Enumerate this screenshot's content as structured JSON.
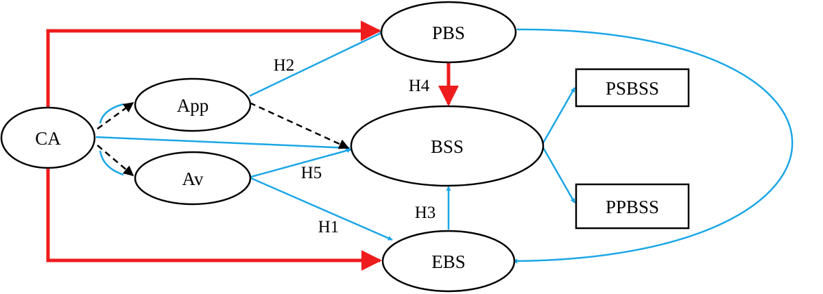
{
  "colors": {
    "red": "#ee1c1c",
    "blue": "#1aa6e6",
    "black": "#000000"
  },
  "nodes": {
    "ca": "CA",
    "app": "App",
    "av": "Av",
    "pbs": "PBS",
    "bss": "BSS",
    "ebs": "EBS",
    "psbss": "PSBSS",
    "ppbss": "PPBSS"
  },
  "edges": {
    "h1": "H1",
    "h2": "H2",
    "h3": "H3",
    "h4": "H4",
    "h5": "H5"
  }
}
